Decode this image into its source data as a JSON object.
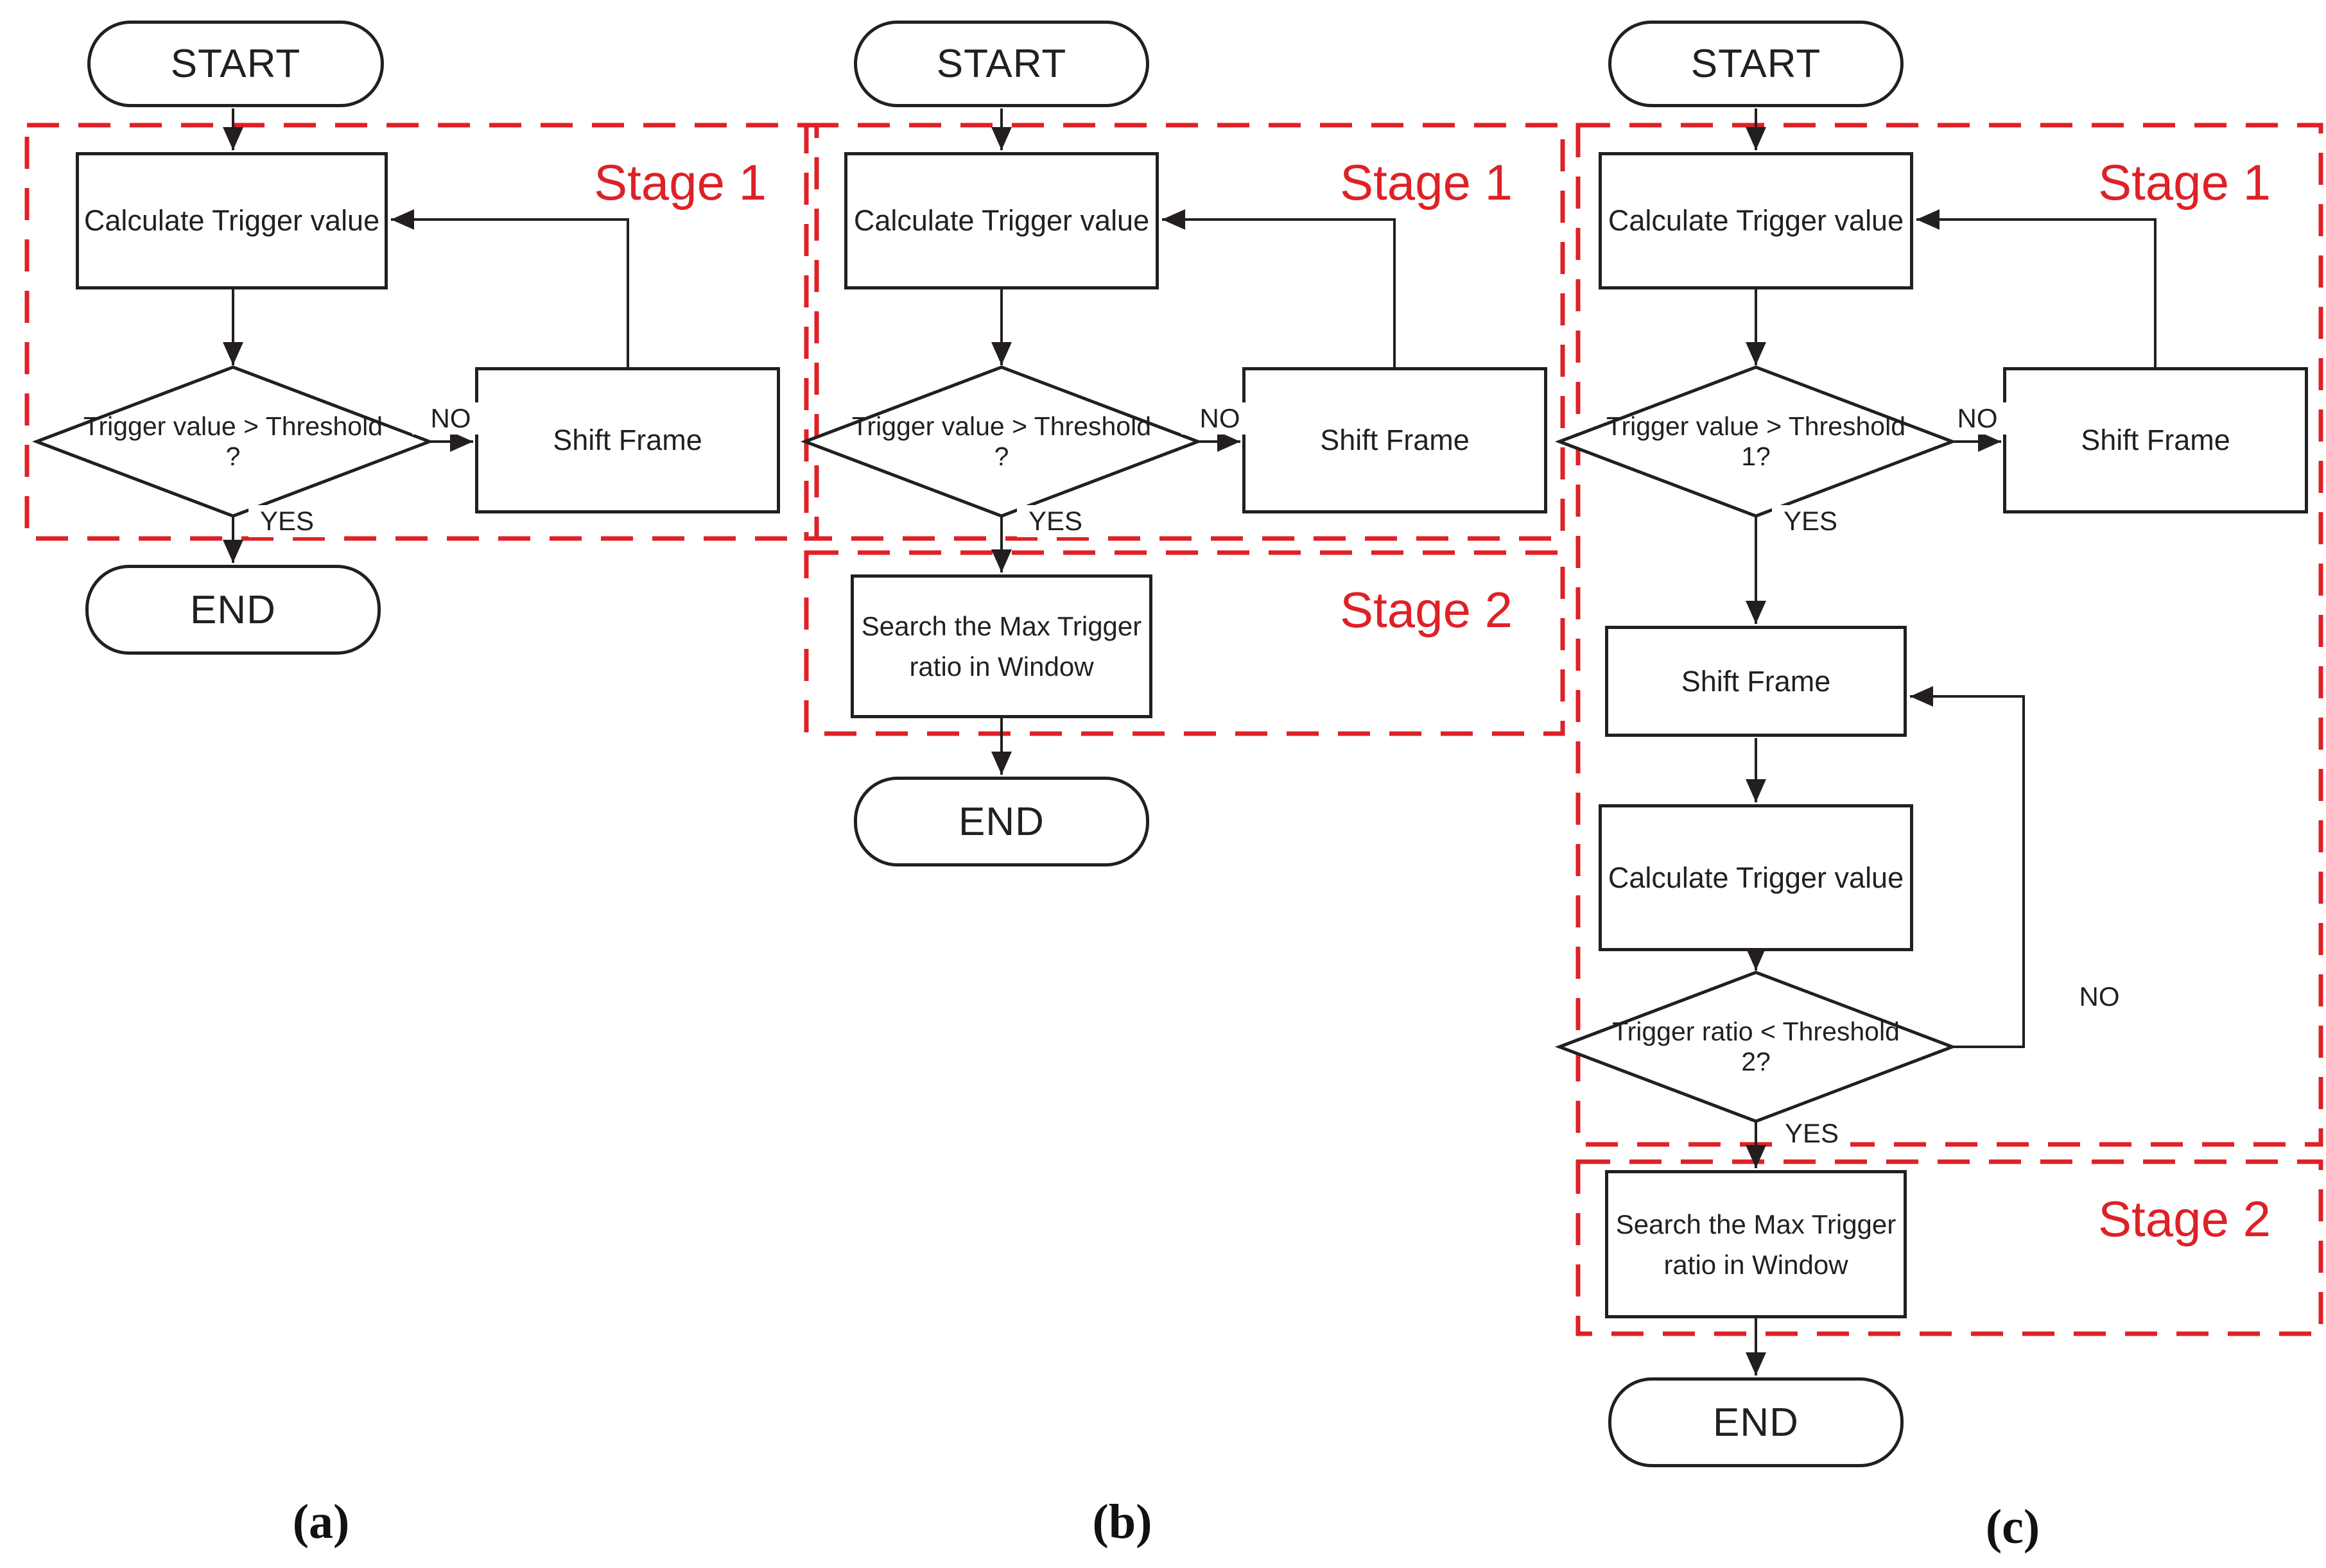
{
  "colors": {
    "stage_red": "#DE2126",
    "line_black": "#231F20",
    "background": "#FFFFFF"
  },
  "shared": {
    "start": "START",
    "end": "END",
    "calculate": "Calculate Trigger value",
    "shift_frame": "Shift Frame",
    "search_max": "Search the Max Trigger\nratio in Window",
    "no": "NO",
    "yes": "YES",
    "stage1": "Stage 1",
    "stage2": "Stage 2"
  },
  "chart_a": {
    "caption": "(a)",
    "decision": "Trigger value > Threshold ?"
  },
  "chart_b": {
    "caption": "(b)",
    "decision": "Trigger value > Threshold ?"
  },
  "chart_c": {
    "caption": "(c)",
    "decision1": "Trigger value > Threshold 1?",
    "decision2": "Trigger ratio < Threshold 2?"
  }
}
